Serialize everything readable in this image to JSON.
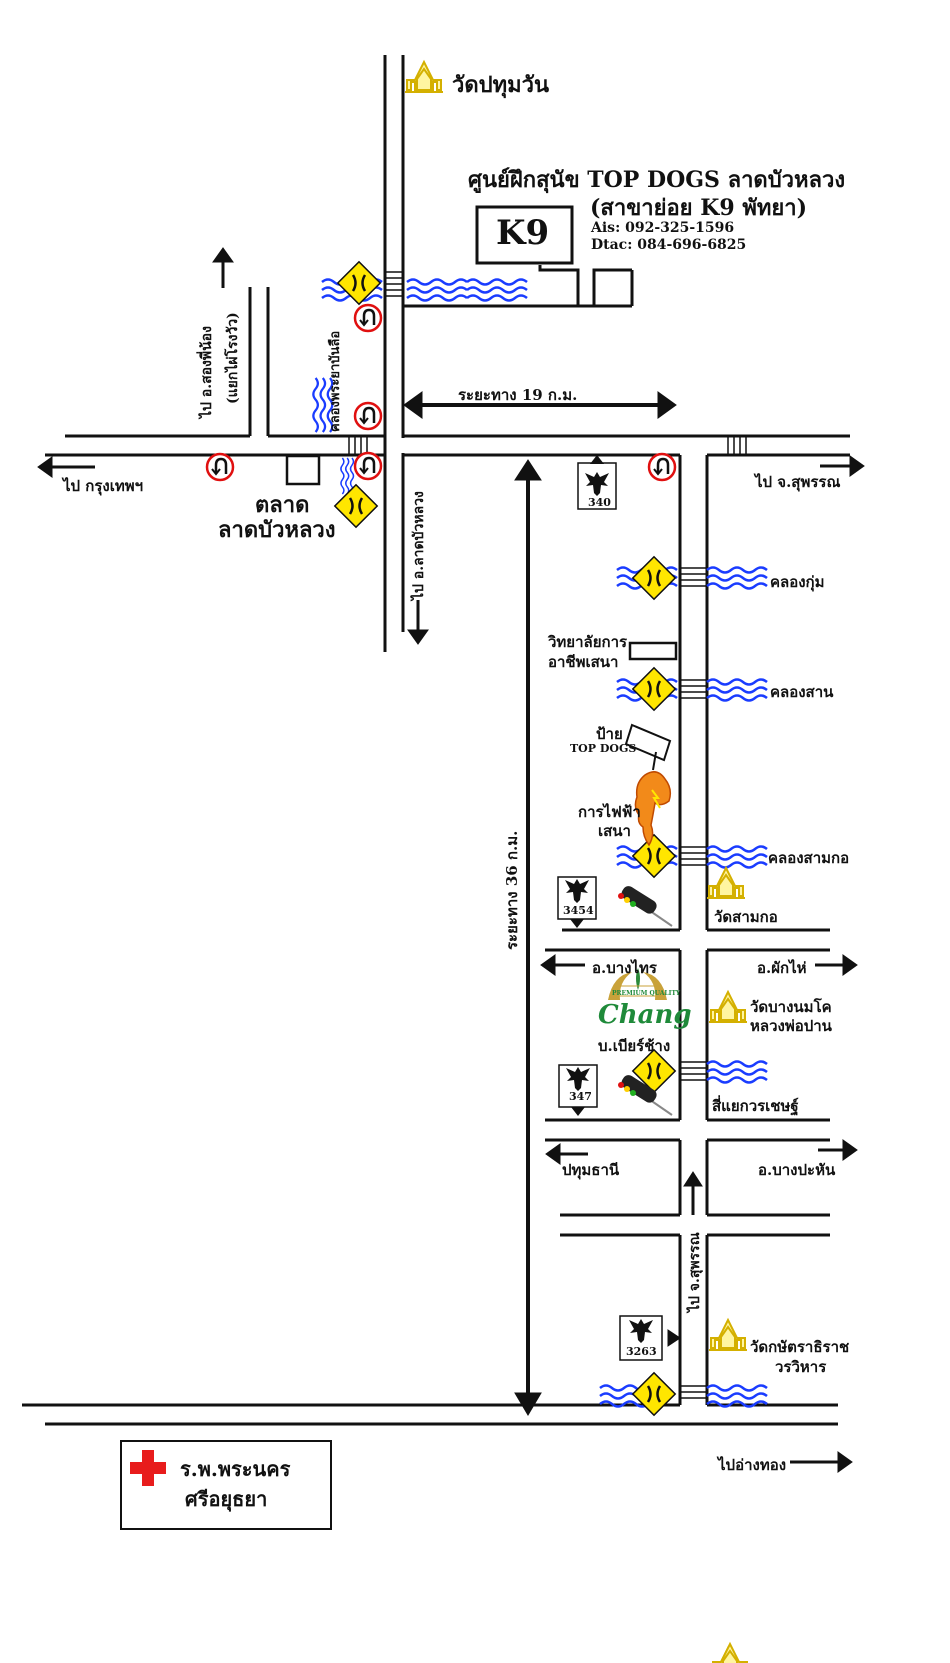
{
  "title": {
    "line1": "ศูนย์ฝึกสุนัข TOP DOGS ลาดบัวหลวง",
    "line2": "(สาขาย่อย K9 พัทยา)",
    "ais": "Ais: 092-325-1596",
    "dtac": "Dtac: 084-696-6825",
    "k9": "K9"
  },
  "places": {
    "wat_pathum": "วัดปทุมวัน",
    "song_phi_nong_1": "ไป อ.สองพี่น้อง",
    "song_phi_nong_2": "(แยกไผ่โรงวัว)",
    "canal_phraya": "คลองพระยาบันลือ",
    "distance_19": "ระยะทาง 19 ก.ม.",
    "bangkok": "ไป กรุงเทพฯ",
    "market_1": "ตลาด",
    "market_2": "ลาดบัวหลวง",
    "to_lat_bua_luang": "ไป อ.ลาดบัวหลวง",
    "to_suphan_top": "ไป จ.สุพรรณ",
    "rt340": "340",
    "canal_kum": "คลองกุ่ม",
    "college_1": "วิทยาลัยการ",
    "college_2": "อาชีพเสนา",
    "canal_san": "คลองสาน",
    "sign_1": "ป้าย",
    "sign_2": "TOP DOGS",
    "electric_1": "การไฟฟ้า",
    "electric_2": "เสนา",
    "canal_sam_ko": "คลองสามกอ",
    "wat_sam_ko": "วัดสามกอ",
    "rt3454": "3454",
    "distance_36": "ระยะทาง 36 ก.ม.",
    "bang_sai": "อ.บางไทร",
    "phak_hai": "อ.ผักไห่",
    "chang": "Chang",
    "chang_small": "PREMIUM QUALITY",
    "chang_co": "บ.เบียร์ช้าง",
    "wat_bang_nom_1": "วัดบางนมโค",
    "wat_bang_nom_2": "หลวงพ่อปาน",
    "rt347": "347",
    "varavet": "สี่แยกวรเชษฐ์",
    "pathum_thani": "ปทุมธานี",
    "bang_pahan": "อ.บางปะหัน",
    "to_suphan_bottom": "ไป จ.สุพรรณ",
    "rt3263": "3263",
    "wat_kasat_1": "วัดกษัตราธิราช",
    "wat_kasat_2": "วรวิหาร",
    "to_ang_thong": "ไปอ่างทอง",
    "hospital_1": "ร.พ.พระนคร",
    "hospital_2": "ศรีอยุธยา"
  },
  "colors": {
    "road": "#111111",
    "water": "#1a3cff",
    "sign_yellow": "#ffe600",
    "temple_yellow": "#f0d000",
    "uturn_red": "#e01010",
    "cross_red": "#e81c1c",
    "chang_green": "#1f8a3a"
  }
}
